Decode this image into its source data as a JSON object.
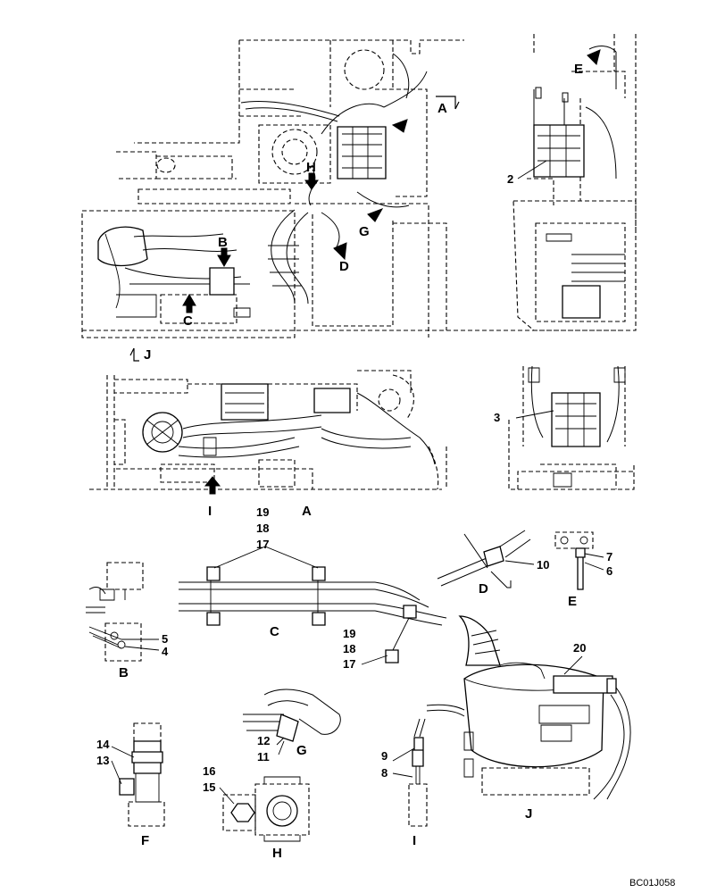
{
  "view_labels": {
    "a_top": "A",
    "a_side": "A",
    "j_top": "J",
    "j_detail": "J",
    "b_arrow": "B",
    "b_detail": "B",
    "c_arrow": "C",
    "c_detail": "C",
    "d_arrow": "D",
    "d_detail": "D",
    "e_arrow": "E",
    "e_detail": "E",
    "g_arrow": "G",
    "g_detail": "G",
    "h_arrow": "H",
    "h_detail": "H",
    "i_arrow": "I",
    "i_detail": "I",
    "f_detail": "F"
  },
  "callouts": {
    "c2": "2",
    "c3": "3",
    "c4": "4",
    "c5": "5",
    "c6": "6",
    "c7": "7",
    "c8": "8",
    "c9": "9",
    "c10": "10",
    "c11": "11",
    "c12": "12",
    "c13": "13",
    "c14": "14",
    "c15": "15",
    "c16": "16",
    "c17_top": "17",
    "c18_top": "18",
    "c19_top": "19",
    "c17_low": "17",
    "c18_low": "18",
    "c19_low": "19",
    "c20": "20"
  },
  "drawing_code": "BC01J058"
}
